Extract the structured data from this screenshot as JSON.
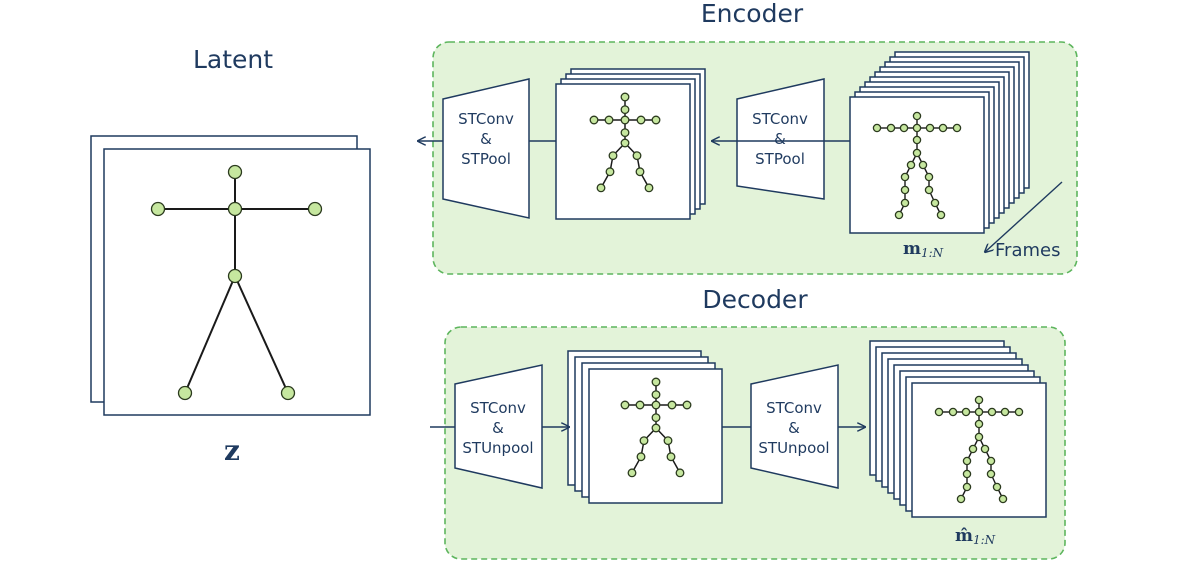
{
  "encoder": {
    "title": "Encoder",
    "block1": {
      "line1": "STConv",
      "line2": "&",
      "line3": "STPool"
    },
    "block2": {
      "line1": "STConv",
      "line2": "&",
      "line3": "STPool"
    },
    "frames_label": "Frames",
    "input_label": {
      "main": "m",
      "sub": "1:N"
    }
  },
  "decoder": {
    "title": "Decoder",
    "block1": {
      "line1": "STConv",
      "line2": "&",
      "line3": "STUnpool"
    },
    "block2": {
      "line1": "STConv",
      "line2": "&",
      "line3": "STUnpool"
    },
    "output_label": {
      "main": "m̂",
      "sub": "1:N"
    }
  },
  "latent": {
    "title": "Latent",
    "symbol": "z"
  },
  "colors": {
    "panel_fill": "#e3f3d9",
    "panel_border": "#5db55d",
    "line": "#1f3a5f",
    "joint_fill": "#c6e79f",
    "joint_stroke": "#2b3a1e"
  }
}
